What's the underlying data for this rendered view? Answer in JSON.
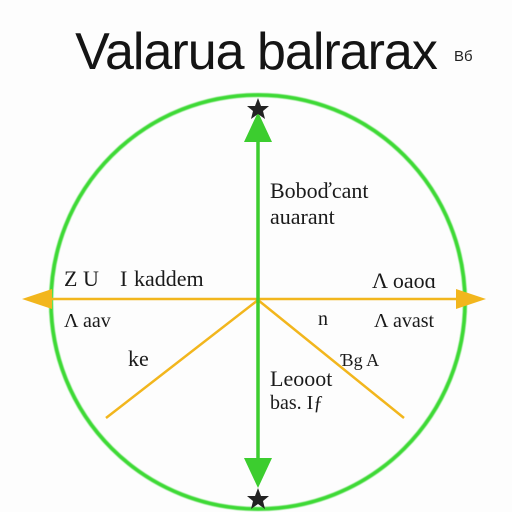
{
  "title": "Valaruа balrarax",
  "tag": "Bб",
  "colors": {
    "circle": "#3cd936",
    "vertical_axis": "#3ccd2f",
    "horizontal_axis": "#f2b61d",
    "diagonals": "#f2b61d",
    "text": "#1a1a1a",
    "star": "#222222"
  },
  "icons": {
    "top": "star-icon",
    "bottom": "star-icon"
  },
  "labels": {
    "upper_right_1": "Boboďcant",
    "upper_right_2": "auarant",
    "left_axis_a": "Z U",
    "left_axis_b": "I",
    "left_axis_c": "kaddem",
    "right_axis": "Λ oaoɑ",
    "left_below": "Λ aav",
    "center_right_n": "n",
    "right_below": "Λ avast",
    "left_mid": "ke",
    "lower_right_tag": "Ɓg A",
    "lower_right_1": "Leooot",
    "lower_right_2": "bas. Iƒ"
  }
}
